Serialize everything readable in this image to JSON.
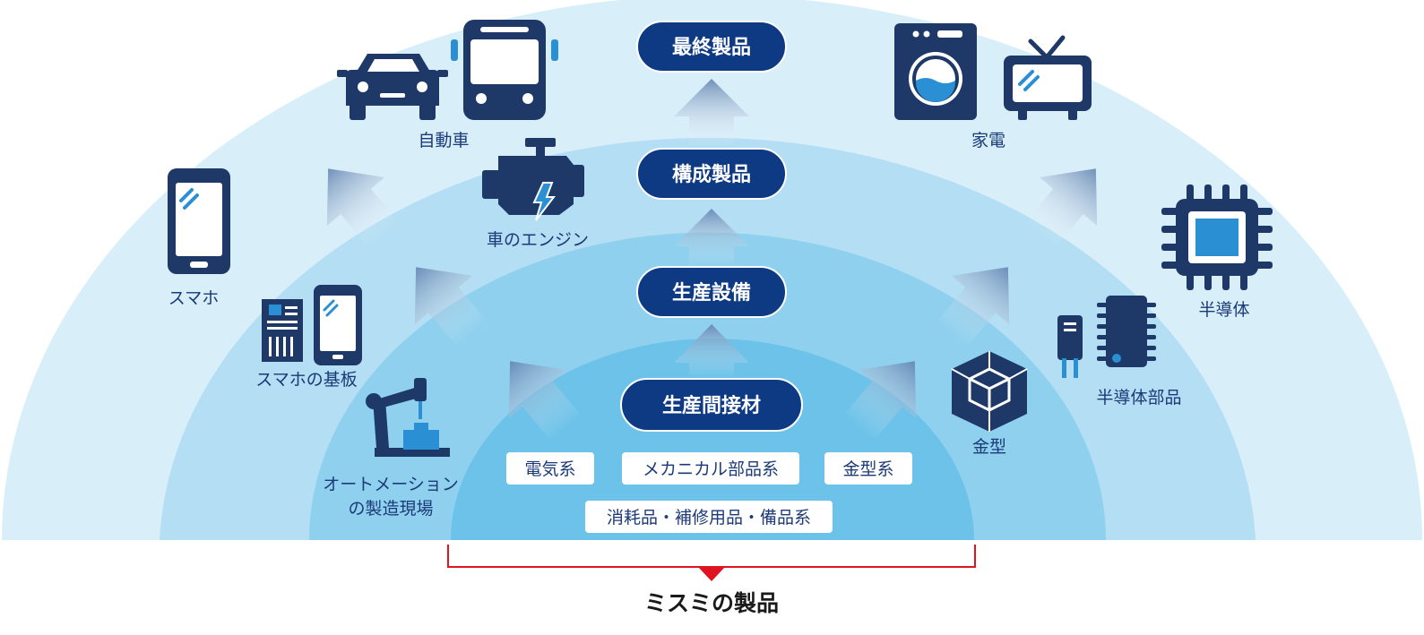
{
  "layers": [
    {
      "label": "最終製品",
      "color": "#d8eef9"
    },
    {
      "label": "構成製品",
      "color": "#b3def3"
    },
    {
      "label": "生産設備",
      "color": "#8fd0ee"
    },
    {
      "label": "生産間接材",
      "color": "#6cc2e9"
    }
  ],
  "categories": [
    "電気系",
    "メカニカル部品系",
    "金型系",
    "消耗品・補修用品・備品系"
  ],
  "items": {
    "car": "自動車",
    "appliance": "家電",
    "engine": "車のエンジン",
    "smartphone": "スマホ",
    "semiconductor": "半導体",
    "board": "スマホの基板",
    "semi_parts": "半導体部品",
    "automation_line1": "オートメーション",
    "automation_line2": "の製造現場",
    "mold": "金型"
  },
  "bottom_label": "ミスミの製品",
  "colors": {
    "navy": "#0e3a84",
    "icon": "#1e3968",
    "icon_accent": "#2b8fd4",
    "bracket": "#e0141e",
    "label_text": "#1b3a78"
  }
}
